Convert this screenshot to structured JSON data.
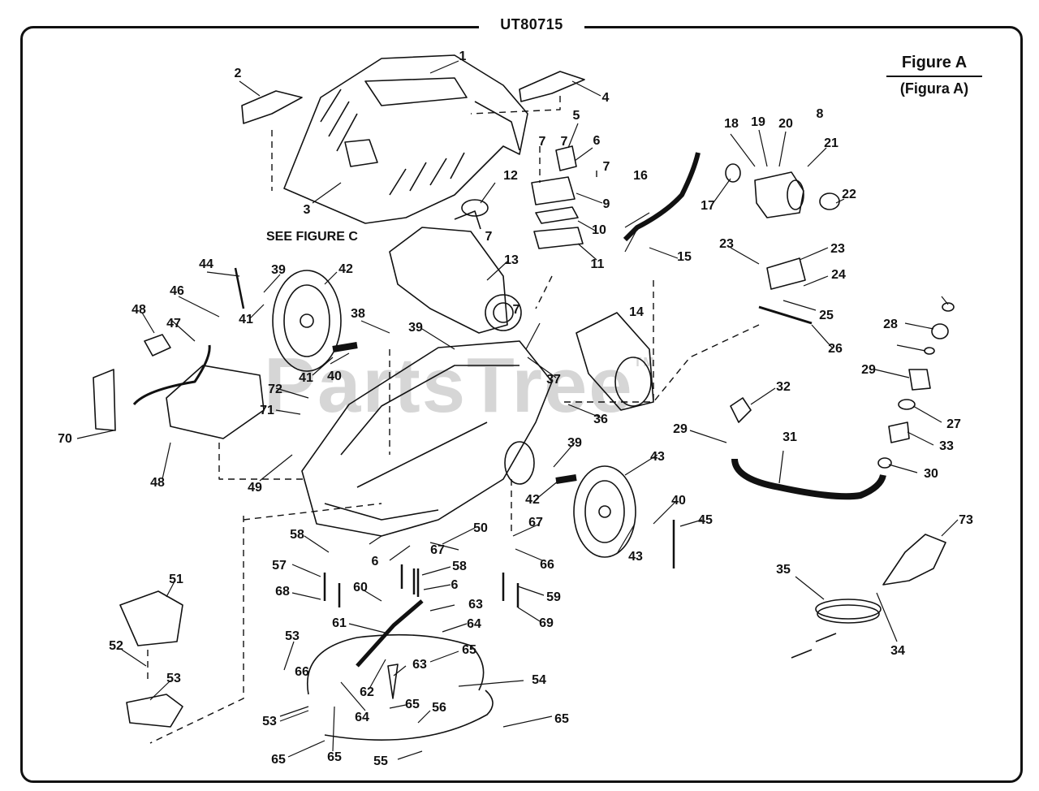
{
  "model_number": "UT80715",
  "figure_title": "Figure A",
  "figure_subtitle": "(Figura A)",
  "see_figure_label": "SEE FIGURE C",
  "watermark": "PartsTree",
  "watermark_mark": "TM",
  "part_labels": [
    "1",
    "2",
    "3",
    "4",
    "5",
    "6",
    "7",
    "7",
    "7",
    "7",
    "7",
    "8",
    "9",
    "10",
    "11",
    "12",
    "13",
    "14",
    "15",
    "16",
    "17",
    "18",
    "19",
    "20",
    "21",
    "22",
    "23",
    "23",
    "24",
    "25",
    "26",
    "27",
    "28",
    "29",
    "29",
    "30",
    "31",
    "32",
    "33",
    "34",
    "35",
    "36",
    "37",
    "38",
    "39",
    "39",
    "39",
    "40",
    "40",
    "41",
    "41",
    "42",
    "42",
    "43",
    "43",
    "44",
    "45",
    "46",
    "47",
    "48",
    "48",
    "49",
    "50",
    "51",
    "52",
    "53",
    "53",
    "53",
    "54",
    "55",
    "56",
    "57",
    "58",
    "58",
    "59",
    "60",
    "61",
    "62",
    "63",
    "63",
    "64",
    "64",
    "65",
    "65",
    "65",
    "65",
    "65",
    "66",
    "66",
    "67",
    "67",
    "6",
    "6",
    "68",
    "69",
    "70",
    "71",
    "72",
    "73"
  ]
}
